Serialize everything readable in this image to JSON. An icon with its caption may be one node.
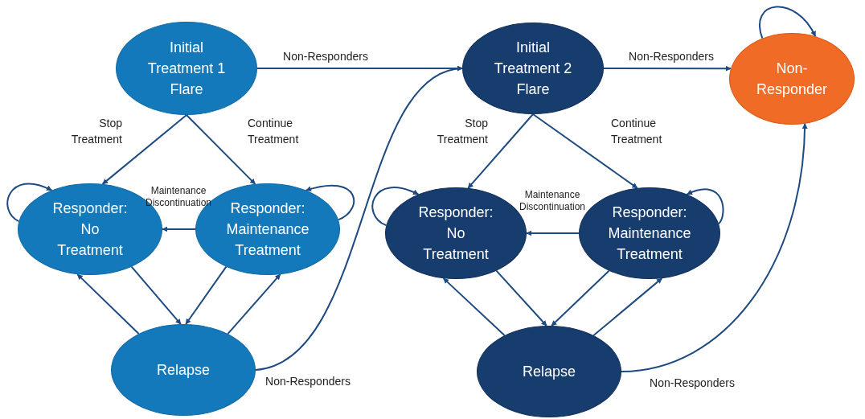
{
  "diagram": {
    "nodes": [
      {
        "text": [
          "Initial Treatment 1 Flare"
        ]
      },
      {
        "text": [
          "Responder: No Treatment"
        ]
      },
      {
        "text": [
          "Responder: Maintenance Treatment"
        ]
      },
      {
        "text": [
          "Relapse"
        ]
      },
      {
        "text": [
          "Initial Treatment 2 Flare"
        ]
      },
      {
        "text": [
          "Responder: No Treatment"
        ]
      },
      {
        "text": [
          "Responder: Maintenance Treatment"
        ]
      },
      {
        "text": [
          "Relapse"
        ]
      },
      {
        "text": [
          "Non-Responder"
        ]
      }
    ],
    "edges": [
      {
        "from": 0,
        "to": 4,
        "arrow": "to",
        "label": "Non-Responders"
      },
      {
        "from": 0,
        "to": 1,
        "arrow": "to",
        "label": "Stop Treatment"
      },
      {
        "from": 0,
        "to": 2,
        "arrow": "to",
        "label": "Continue Treatment"
      },
      {
        "from": 2,
        "to": 1,
        "arrow": "to",
        "label": "Maintenance Discontinuation"
      },
      {
        "from": 1,
        "to": 1,
        "arrow": "to"
      },
      {
        "from": 2,
        "to": 2,
        "arrow": "to"
      },
      {
        "from": 1,
        "to": 3,
        "arrow": "to"
      },
      {
        "from": 2,
        "to": 3,
        "arrow": "to"
      },
      {
        "from": 3,
        "to": 1,
        "arrow": "to"
      },
      {
        "from": 3,
        "to": 2,
        "arrow": "to"
      },
      {
        "from": 3,
        "to": 4,
        "arrow": "to",
        "label": "Non-Responders"
      },
      {
        "from": 4,
        "to": 8,
        "arrow": "to",
        "label": "Non-Responders"
      },
      {
        "from": 4,
        "to": 5,
        "arrow": "to",
        "label": "Stop Treatment"
      },
      {
        "from": 4,
        "to": 6,
        "arrow": "to",
        "label": "Continue Treatment"
      },
      {
        "from": 6,
        "to": 5,
        "arrow": "to",
        "label": "Maintenance Discontinuation"
      },
      {
        "from": 5,
        "to": 5,
        "arrow": "to"
      },
      {
        "from": 6,
        "to": 6,
        "arrow": "to"
      },
      {
        "from": 5,
        "to": 7,
        "arrow": "to"
      },
      {
        "from": 6,
        "to": 7,
        "arrow": "to"
      },
      {
        "from": 7,
        "to": 5,
        "arrow": "to"
      },
      {
        "from": 7,
        "to": 6,
        "arrow": "to"
      },
      {
        "from": 7,
        "to": 8,
        "arrow": "to",
        "label": "Non-Responders"
      },
      {
        "from": 8,
        "to": 8,
        "arrow": "to"
      }
    ]
  }
}
